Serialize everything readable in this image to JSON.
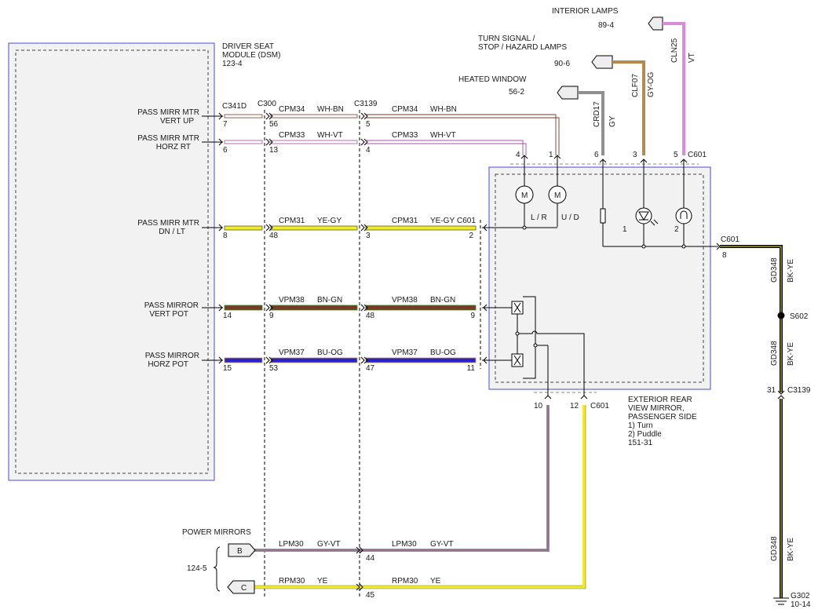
{
  "modules": {
    "dsm_title_1": "DRIVER SEAT",
    "dsm_title_2": "MODULE (DSM)",
    "dsm_ref": "123-4",
    "mirror_title_1": "EXTERIOR REAR",
    "mirror_title_2": "VIEW MIRROR,",
    "mirror_title_3": "PASSENGER SIDE",
    "mirror_note_1": "1) Turn",
    "mirror_note_2": "2) Puddle",
    "mirror_ref": "151-31"
  },
  "pin_labels": {
    "vert_up_1": "PASS MIRR MTR",
    "vert_up_2": "VERT UP",
    "horz_rt_1": "PASS MIRR MTR",
    "horz_rt_2": "HORZ RT",
    "dn_lt_1": "PASS MIRR MTR",
    "dn_lt_2": "DN / LT",
    "vert_pot_1": "PASS MIRROR",
    "vert_pot_2": "VERT POT",
    "horz_pot_1": "PASS MIRROR",
    "horz_pot_2": "HORZ POT"
  },
  "connectors": {
    "c341d": "C341D",
    "c300": "C300",
    "c3139": "C3139",
    "c601": "C601",
    "c3139_right": "C3139",
    "s602": "S602",
    "g302": "G302",
    "g302_ref": "10-14"
  },
  "pins": {
    "dsm": [
      "7",
      "6",
      "8",
      "14",
      "15"
    ],
    "c300": [
      "56",
      "13",
      "48",
      "9",
      "53"
    ],
    "c3139": [
      "5",
      "4",
      "3",
      "48",
      "47"
    ],
    "c601_left": [
      "2",
      "9",
      "11"
    ],
    "motor_top": [
      "4",
      "1"
    ],
    "lamp_top": [
      "6",
      "3",
      "5"
    ],
    "c601_right": "8",
    "c601_bottom": [
      "10",
      "12"
    ],
    "c3139_right": "31",
    "power_mirrors": [
      "44",
      "45"
    ]
  },
  "circuits": {
    "cpm34": "CPM34",
    "wh_bn": "WH-BN",
    "cpm33": "CPM33",
    "wh_vt": "WH-VT",
    "cpm31": "CPM31",
    "ye_gy": "YE-GY",
    "vpm38": "VPM38",
    "bn_gn": "BN-GN",
    "vpm37": "VPM37",
    "bu_og": "BU-OG",
    "crd17": "CRD17",
    "gy": "GY",
    "clf07": "CLF07",
    "gy_og": "GY-OG",
    "cln25": "CLN25",
    "vt": "VT",
    "gd348": "GD348",
    "bk_ye": "BK-YE",
    "lpm30": "LPM30",
    "gy_vt": "GY-VT",
    "rpm30": "RPM30",
    "ye": "YE"
  },
  "feeds": {
    "interior_lamps": "INTERIOR LAMPS",
    "interior_lamps_ref": "89-4",
    "turn_signal_1": "TURN SIGNAL /",
    "turn_signal_2": "STOP / HAZARD LAMPS",
    "turn_signal_ref": "90-6",
    "heated_window": "HEATED WINDOW",
    "heated_window_ref": "56-2",
    "power_mirrors": "POWER MIRRORS",
    "power_mirrors_ref": "124-5",
    "conn_b": "B",
    "conn_c": "C"
  },
  "components": {
    "motor": "M",
    "lr": "L / R",
    "ud": "U / D",
    "lamp1": "1",
    "lamp2": "2"
  },
  "colors": {
    "module_border": "#4a4adc",
    "module_fill": "#f2f2f2",
    "wire_white": "#ffffff",
    "wire_brown": "#7a3b22",
    "wire_green": "#2f8a2f",
    "wire_violet": "#d98ad9",
    "wire_yellow": "#f2ec1a",
    "wire_gray": "#8f8f8f",
    "wire_blue": "#2424c8",
    "wire_orange": "#e0922a",
    "wire_black": "#000000"
  }
}
